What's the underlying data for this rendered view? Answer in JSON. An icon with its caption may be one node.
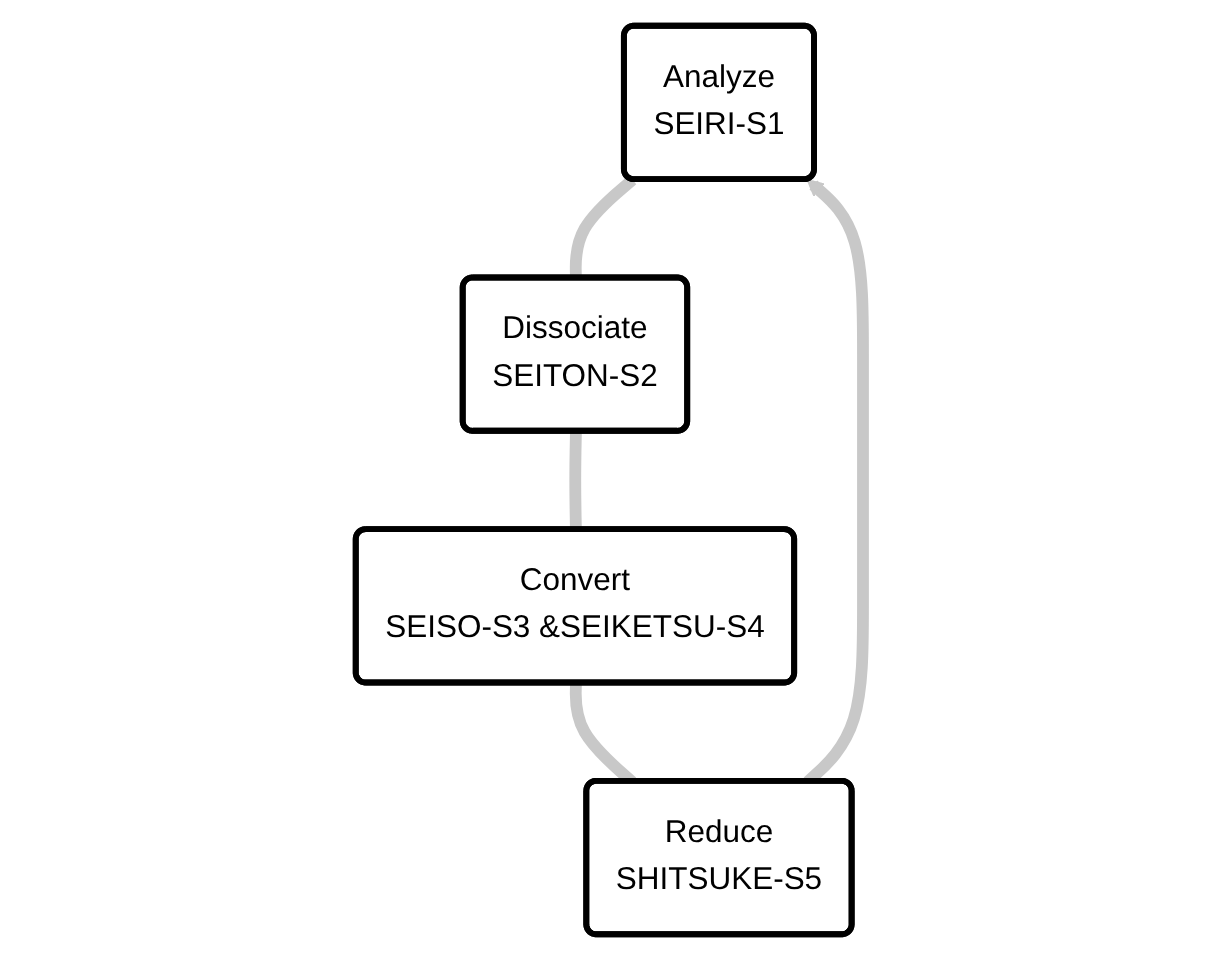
{
  "diagram": {
    "nodes": [
      {
        "text": [
          "Analyze",
          "SEIRI-S1"
        ]
      },
      {
        "text": [
          "Dissociate",
          "SEITON-S2"
        ]
      },
      {
        "text": [
          "Convert",
          "SEISO-S3 &SEIKETSU-S4"
        ]
      },
      {
        "text": [
          "Reduce",
          "SHITSUKE-S5"
        ]
      }
    ],
    "edges": [
      {
        "from": 0,
        "to": 1,
        "arrow": "none"
      },
      {
        "from": 1,
        "to": 2,
        "arrow": "none"
      },
      {
        "from": 2,
        "to": 3,
        "arrow": "none"
      },
      {
        "from": 3,
        "to": 0,
        "arrow": "to"
      }
    ]
  }
}
